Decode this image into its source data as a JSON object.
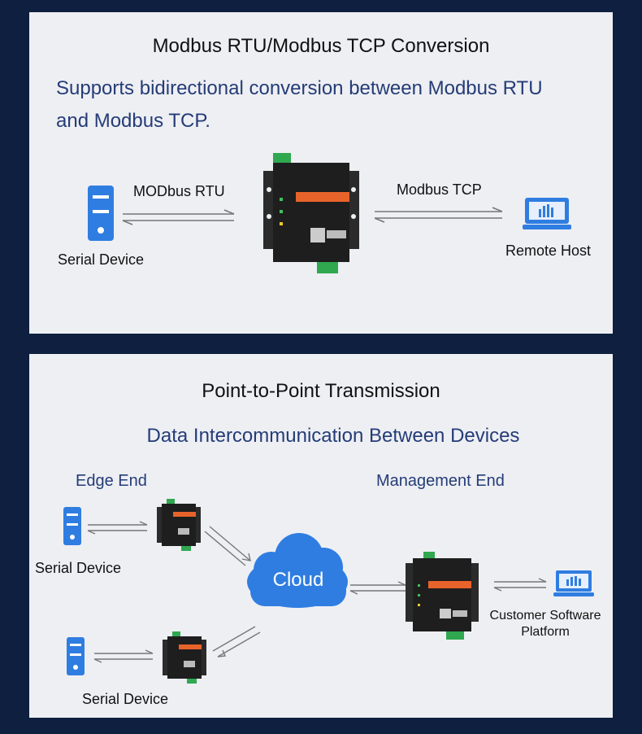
{
  "panel1": {
    "title": "Modbus RTU/Modbus TCP Conversion",
    "subtitle_line1": "Supports bidirectional conversion between Modbus RTU",
    "subtitle_line2": "and Modbus TCP.",
    "serial_device_label": "Serial Device",
    "rtu_label": "MODbus RTU",
    "tcp_label": "Modbus TCP",
    "remote_host_label": "Remote Host"
  },
  "panel2": {
    "title": "Point-to-Point Transmission",
    "subtitle": "Data Intercommunication Between Devices",
    "edge_end_label": "Edge End",
    "management_end_label": "Management End",
    "serial_device_label_1": "Serial Device",
    "serial_device_label_2": "Serial Device",
    "cloud_label": "Cloud",
    "customer_label_line1": "Customer Software",
    "customer_label_line2": "Platform"
  },
  "colors": {
    "background": "#0e1f3f",
    "panel": "#eeeff3",
    "accent_blue": "#2f7de1",
    "subtitle_blue": "#243c77",
    "device_orange": "#e8632a",
    "terminal_green": "#2fa84f"
  }
}
